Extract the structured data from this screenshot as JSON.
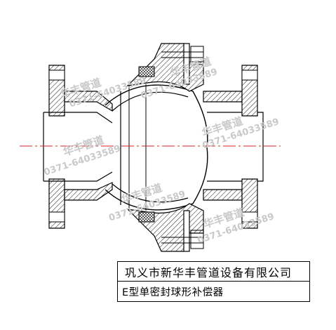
{
  "title_block": {
    "company": "巩义市新华丰管道设备有限公司",
    "product": "E型单密封球形补偿器"
  },
  "watermarks": [
    {
      "brand": "华丰管道",
      "phone": "0371-64033589"
    },
    {
      "brand": "华丰管道",
      "phone": "0371-64033589"
    },
    {
      "brand": "华丰管道",
      "phone": "0371-64033589"
    },
    {
      "brand": "华丰管道",
      "phone": "0371-64033589"
    },
    {
      "brand": "华丰管道",
      "phone": "0371-64033589"
    },
    {
      "brand": "华丰管道",
      "phone": "0371-64033589"
    }
  ],
  "colors": {
    "line": "#000000",
    "centerline": "#d42020",
    "watermark": "#c9c9c9"
  }
}
